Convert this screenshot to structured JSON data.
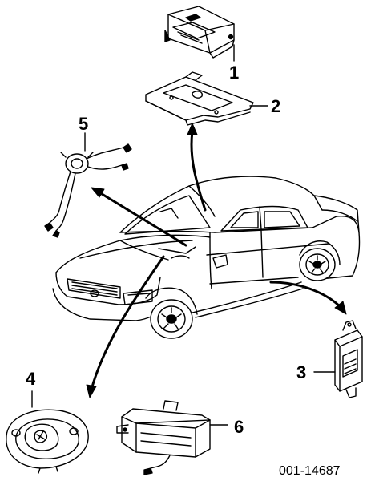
{
  "callouts": {
    "c1": "1",
    "c2": "2",
    "c3": "3",
    "c4": "4",
    "c5": "5",
    "c6": "6"
  },
  "figure_id": "001-14687",
  "colors": {
    "ink": "#000000",
    "paper": "#ffffff"
  }
}
